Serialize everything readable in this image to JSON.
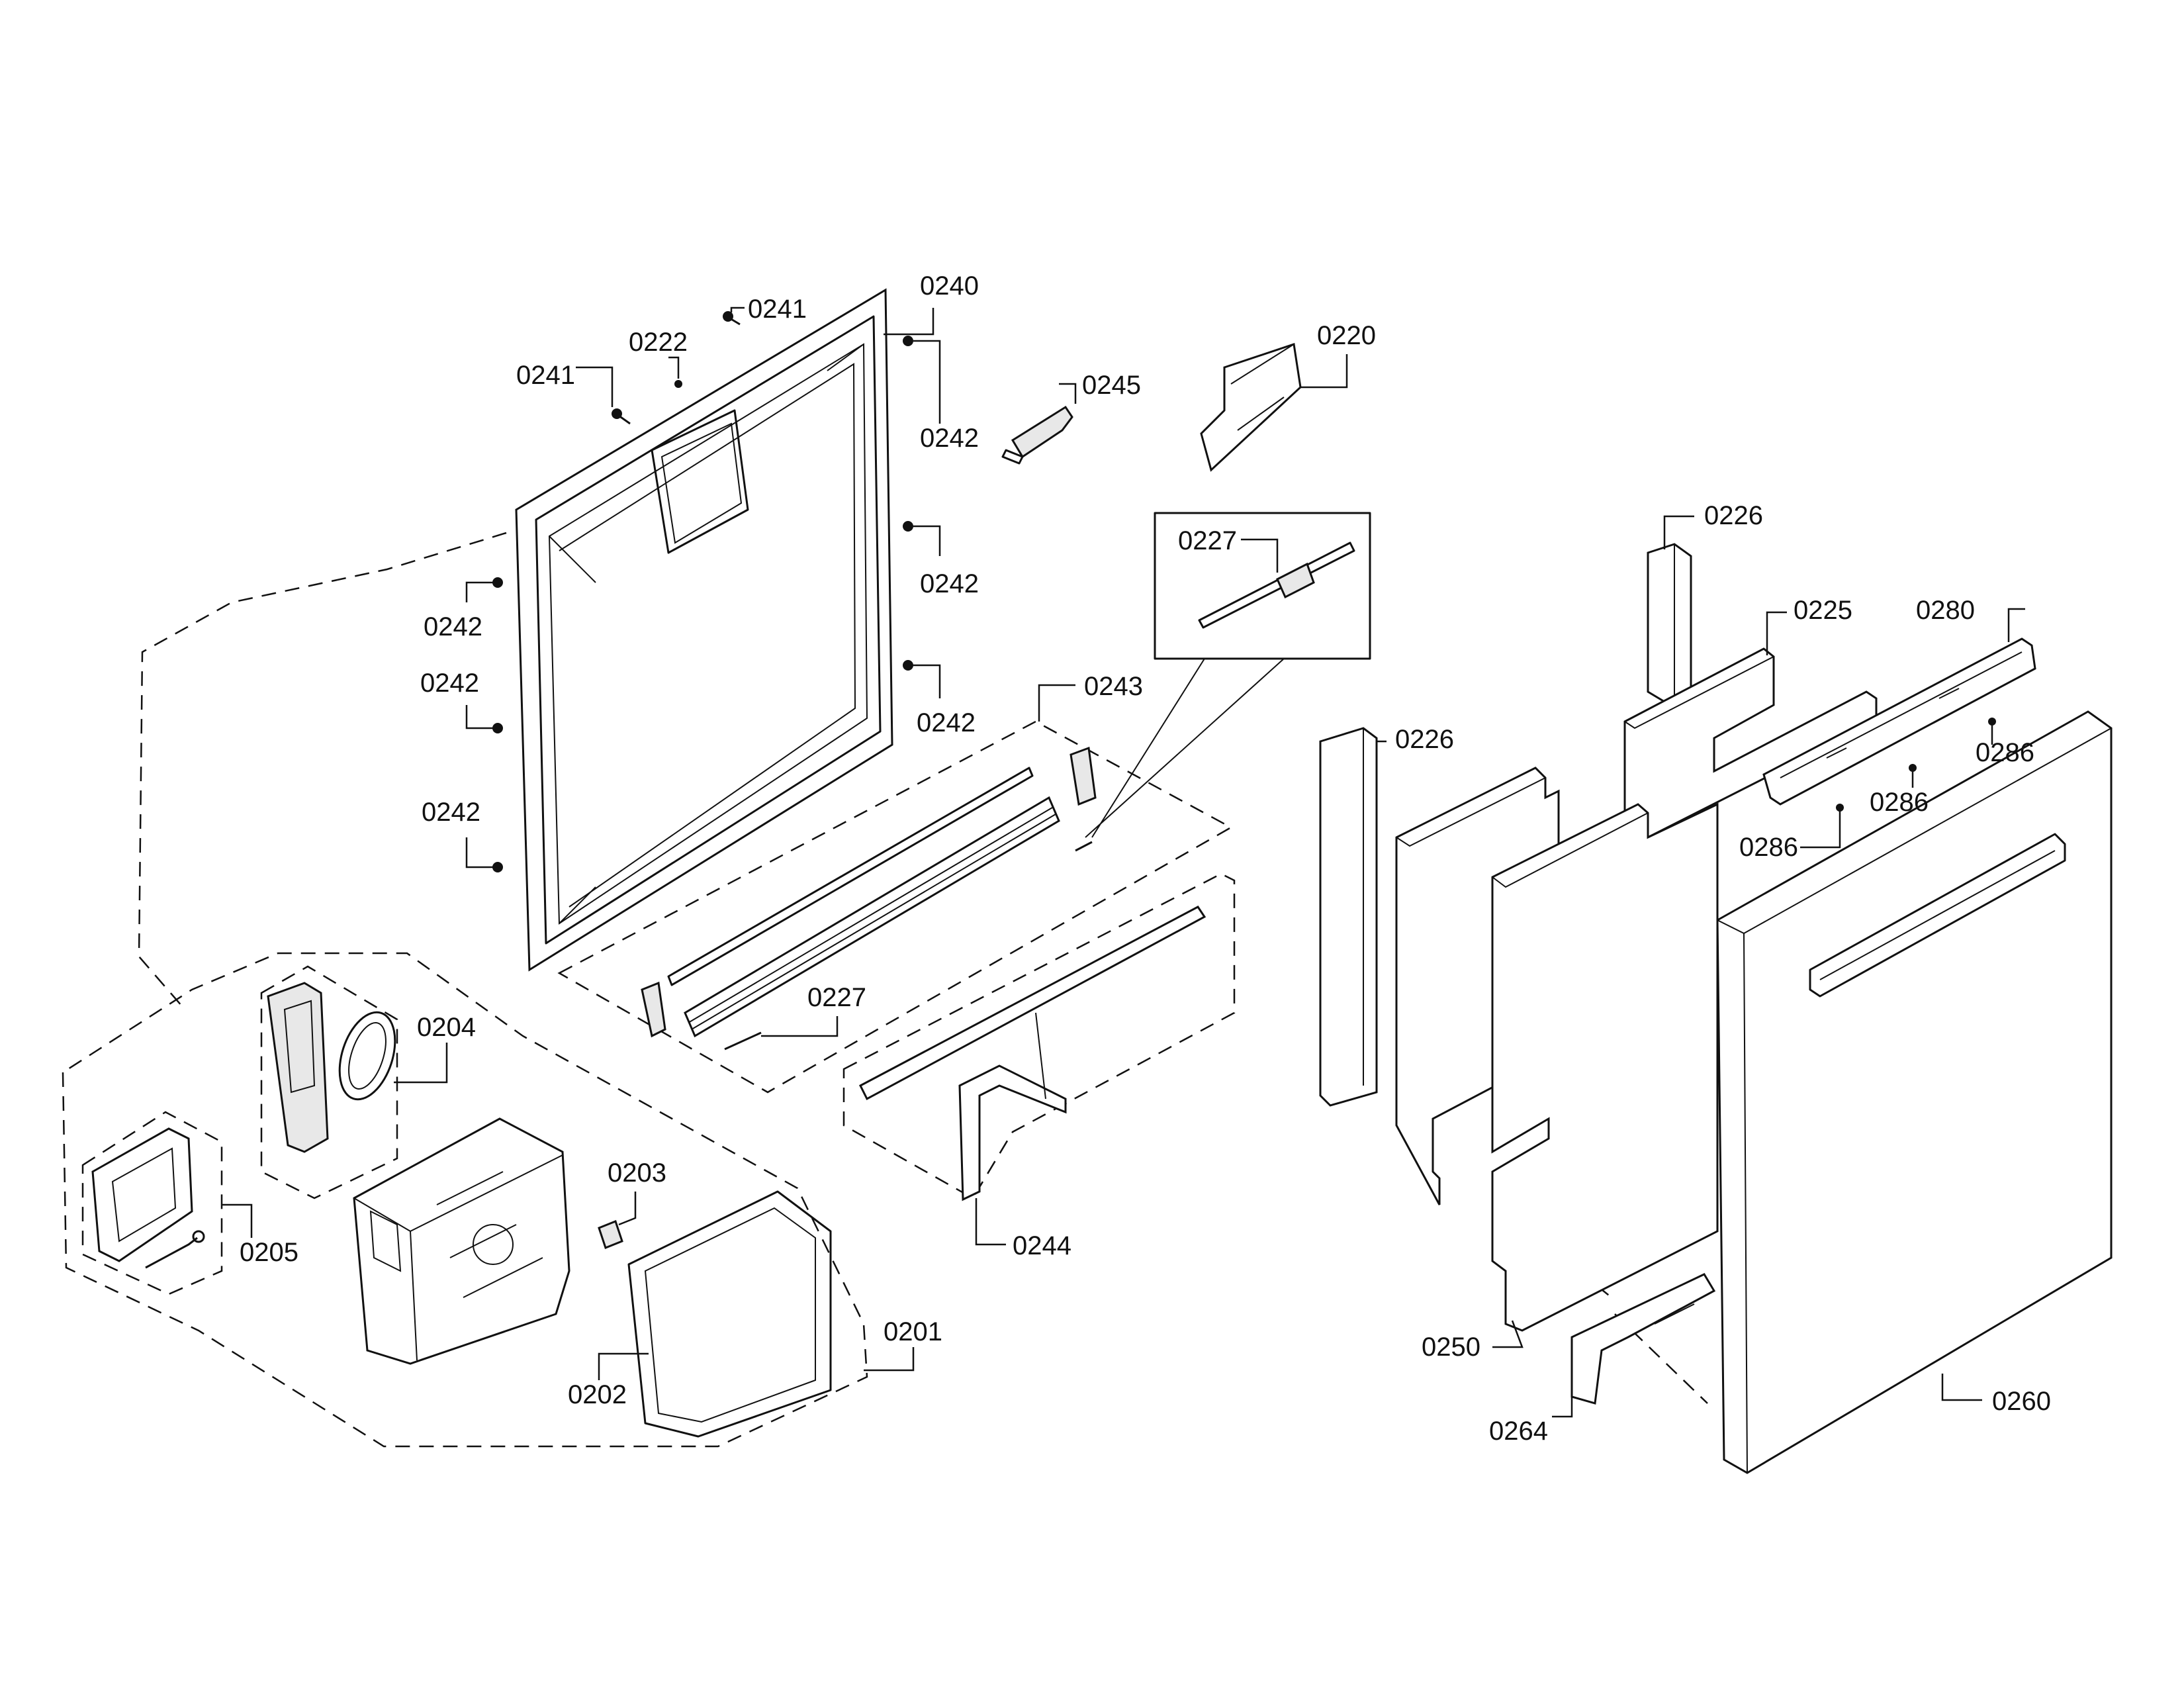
{
  "labels": {
    "l0240": "0240",
    "l0241a": "0241",
    "l0241b": "0241",
    "l0222": "0222",
    "l0242a": "0242",
    "l0242b": "0242",
    "l0242c": "0242",
    "l0242d": "0242",
    "l0242e": "0242",
    "l0242f": "0242",
    "l0245": "0245",
    "l0220": "0220",
    "l0227a": "0227",
    "l0227b": "0227",
    "l0243": "0243",
    "l0244": "0244",
    "l0204": "0204",
    "l0205": "0205",
    "l0203": "0203",
    "l0202": "0202",
    "l0201": "0201",
    "l0226a": "0226",
    "l0226b": "0226",
    "l0225": "0225",
    "l0280": "0280",
    "l0286a": "0286",
    "l0286b": "0286",
    "l0286c": "0286",
    "l0250": "0250",
    "l0264": "0264",
    "l0260": "0260"
  }
}
